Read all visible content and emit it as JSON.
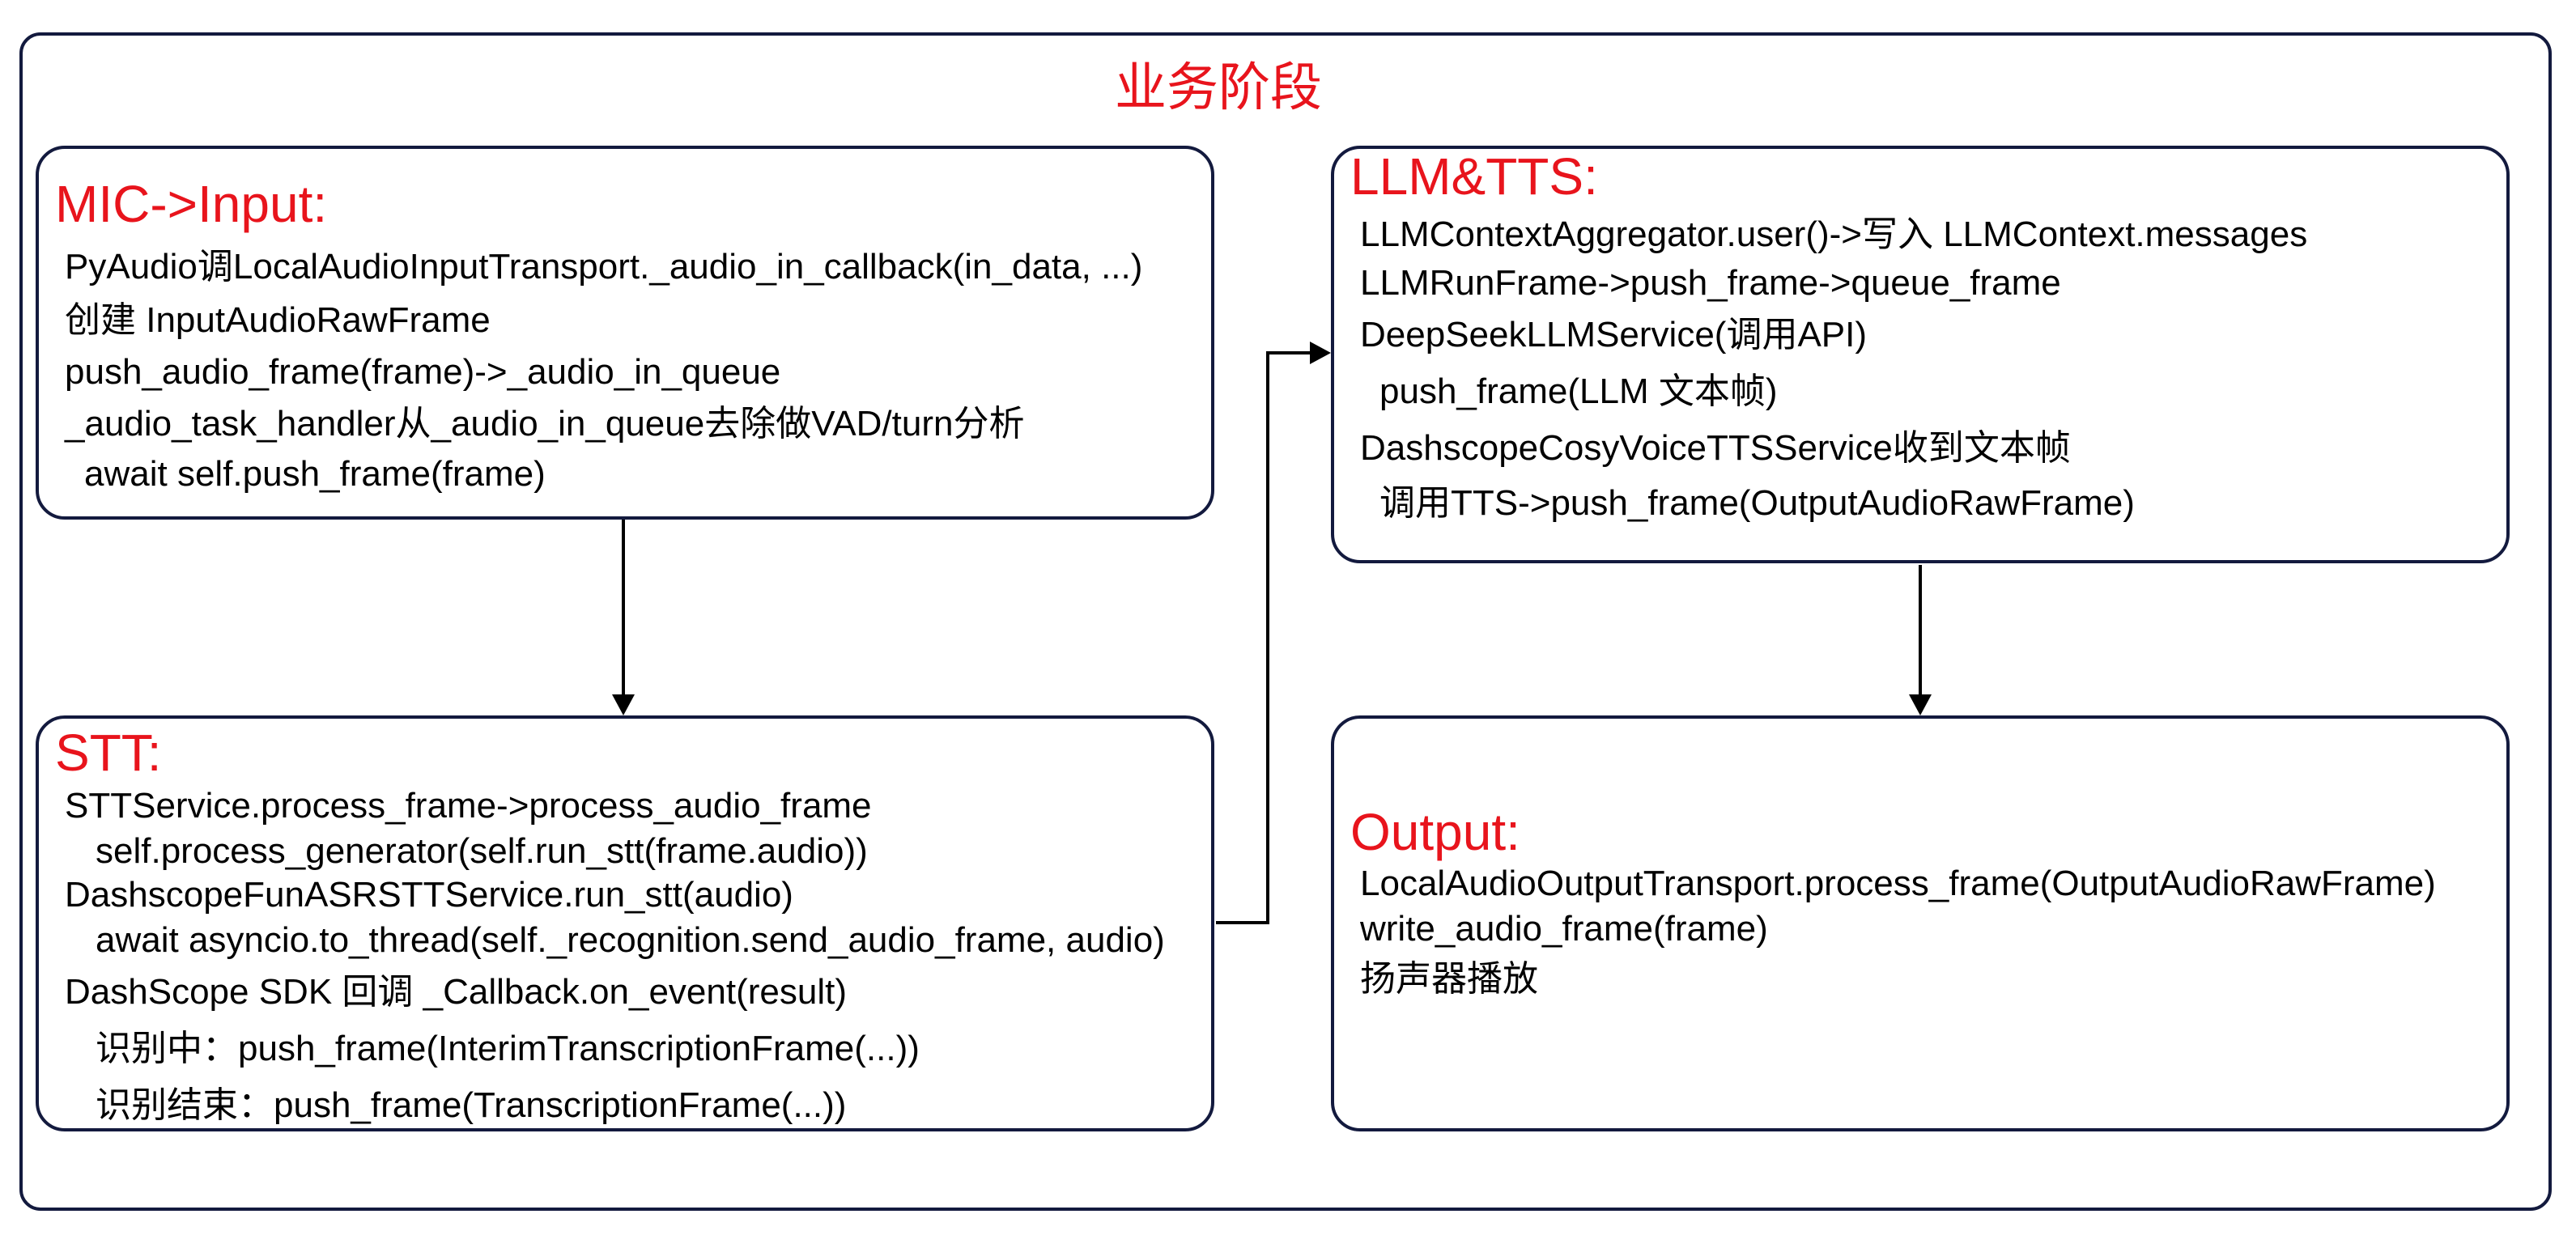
{
  "stage_title": "业务阶段",
  "boxes": {
    "mic_input": {
      "title": "MIC->Input:",
      "lines": [
        "PyAudio调LocalAudioInputTransport._audio_in_callback(in_data, ...)",
        "创建 InputAudioRawFrame",
        "push_audio_frame(frame)->_audio_in_queue",
        "_audio_task_handler从_audio_in_queue去除做VAD/turn分析",
        "await self.push_frame(frame)"
      ]
    },
    "stt": {
      "title": "STT:",
      "lines": [
        "STTService.process_frame->process_audio_frame",
        "self.process_generator(self.run_stt(frame.audio))",
        "DashscopeFunASRSTTService.run_stt(audio)",
        "await asyncio.to_thread(self._recognition.send_audio_frame, audio)",
        "DashScope SDK 回调 _Callback.on_event(result)",
        "识别中：push_frame(InterimTranscriptionFrame(...))",
        "识别结束：push_frame(TranscriptionFrame(...))"
      ]
    },
    "llm_tts": {
      "title": "LLM&TTS:",
      "lines": [
        "LLMContextAggregator.user()->写入 LLMContext.messages",
        "LLMRunFrame->push_frame->queue_frame",
        "DeepSeekLLMService(调用API)",
        "push_frame(LLM 文本帧)",
        "DashscopeCosyVoiceTTSService收到文本帧",
        "调用TTS->push_frame(OutputAudioRawFrame)"
      ]
    },
    "output": {
      "title": "Output:",
      "lines": [
        "LocalAudioOutputTransport.process_frame(OutputAudioRawFrame)",
        "write_audio_frame(frame)",
        "扬声器播放"
      ]
    }
  }
}
